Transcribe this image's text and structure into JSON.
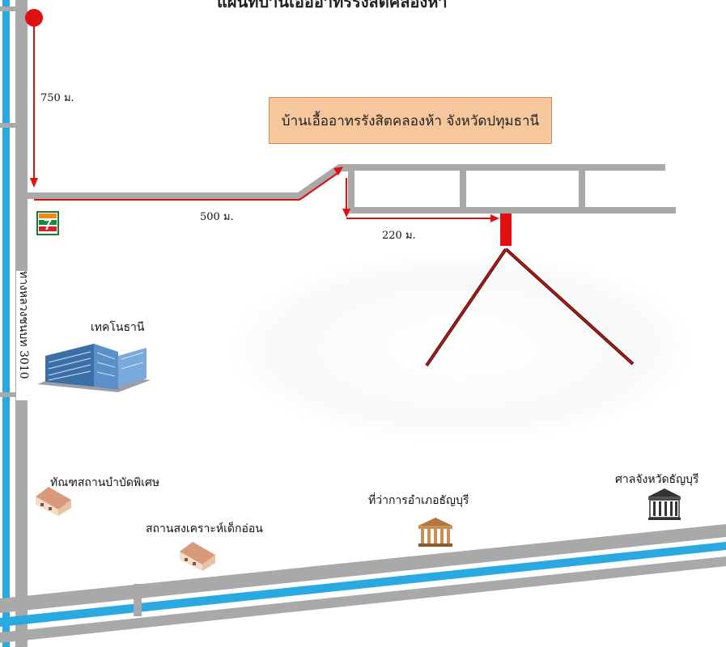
{
  "title": "แผนที่บ้านเอื้ออาทรรังสิตคลองห้า",
  "destination": "บ้านเอื้ออาทรรังสิตคลองห้า จังหวัดปทุมธานี",
  "road_name": "ทางหลวงชนบท 3010",
  "distances": {
    "first": "750 ม.",
    "second": "500 ม.",
    "third": "220 ม."
  },
  "places": {
    "technopolis": "เทคโนธานี",
    "welfare_home": "ทัณฑสถานบำบัดพิเศษ",
    "child_shelter": "สถานสงเคราะห์เด็กอ่อน",
    "district_office": "ที่ว่าการอำเภอธัญบุรี",
    "provincial_court": "ศาลจังหวัดธัญบุรี"
  },
  "colors": {
    "road": "#a9a9a9",
    "canal": "#2aa9e0",
    "route": "#e01010",
    "destination_box": "#f6c69c"
  },
  "icons": {
    "store": "seven-eleven-icon",
    "building": "office-building-icon",
    "house": "house-icon",
    "government": "government-building-icon",
    "start": "start-marker-icon",
    "destination": "destination-marker-icon"
  }
}
